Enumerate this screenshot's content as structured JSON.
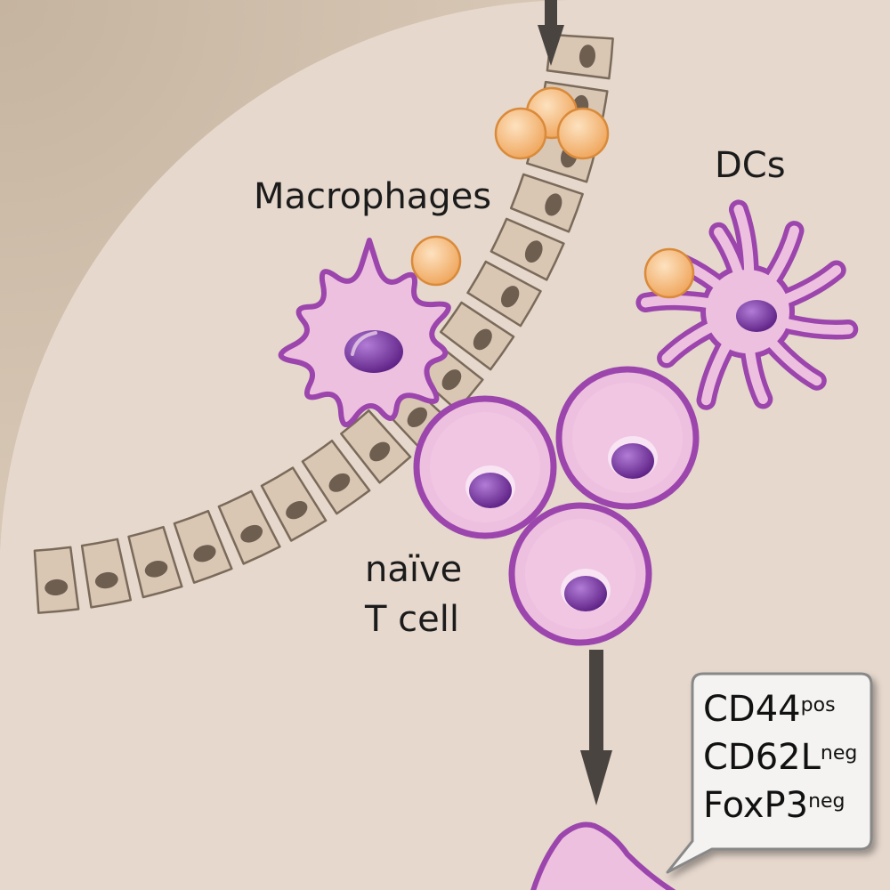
{
  "labels": {
    "macrophages": "Macrophages",
    "dcs": "DCs",
    "naive_line1": "naïve",
    "naive_line2": "T cell"
  },
  "markers": [
    {
      "name": "CD44",
      "sup": "pos"
    },
    {
      "name": "CD62L",
      "sup": "neg"
    },
    {
      "name": "FoxP3",
      "sup": "neg"
    }
  ],
  "colors": {
    "background": "#e6d8cd",
    "tissue": "#cdbca8",
    "epithelial_cell": "#d9c7b4",
    "epithelial_outline": "#7a6a5a",
    "epithelial_nucleus": "#6e5e50",
    "antigen": "#f2b070",
    "antigen_outline": "#d98a3a",
    "cell_body": "#eec0e0",
    "cell_outline": "#9b45ad",
    "nucleus": "#6a2a90",
    "arrow": "#4a4440",
    "callout_fill": "#f4f3f1",
    "callout_border": "#888888"
  },
  "icons": [
    "epithelial-layer",
    "antigen-particle",
    "macrophage",
    "dendritic-cell",
    "naive-t-cell",
    "activated-t-cell",
    "arrow-down"
  ]
}
